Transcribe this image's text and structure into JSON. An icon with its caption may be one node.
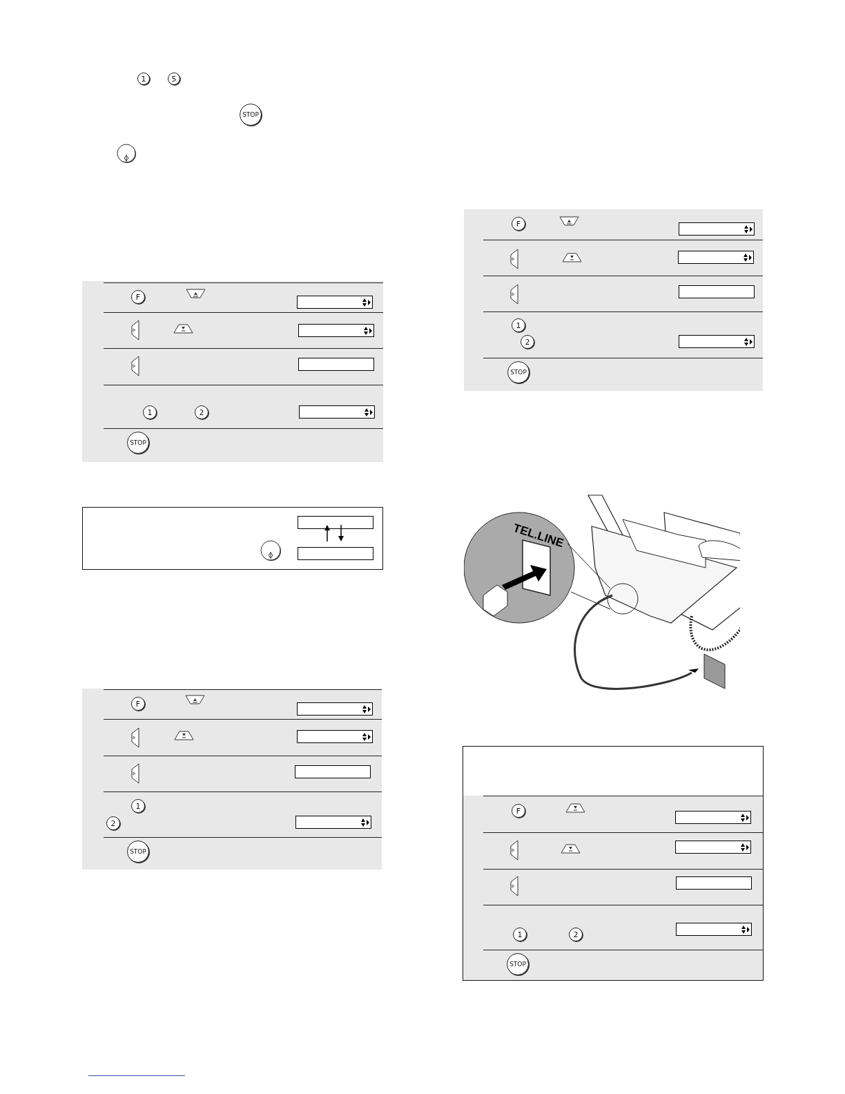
{
  "diagram": {
    "labels": [
      "1",
      "5",
      "STOP",
      "F",
      "1",
      "2",
      "STOP",
      "F",
      "1",
      "2",
      "STOP",
      "F",
      "1",
      "2",
      "STOP",
      "TEL.LINE",
      "F",
      "1",
      "2",
      "STOP"
    ]
  }
}
